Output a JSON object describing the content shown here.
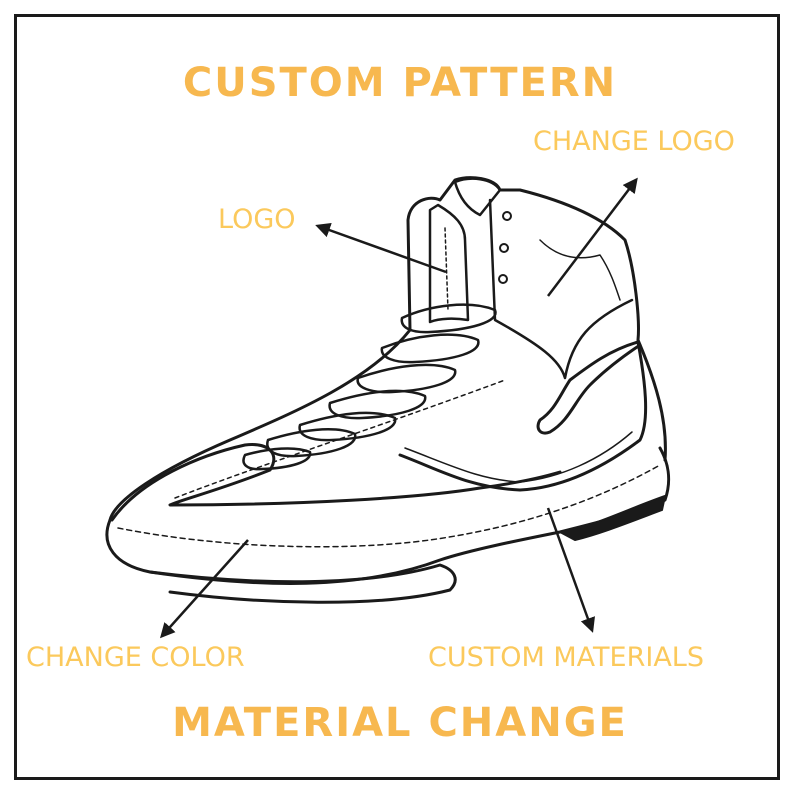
{
  "headings": {
    "top": "CUSTOM PATTERN",
    "bottom": "MATERIAL CHANGE"
  },
  "callouts": {
    "change_logo": "CHANGE LOGO",
    "logo": "LOGO",
    "change_color": "CHANGE COLOR",
    "custom_materials": "CUSTOM MATERIALS"
  },
  "colors": {
    "heading": "#f7b84f",
    "callout": "#fbc95c",
    "line": "#1a1a1a",
    "background": "#ffffff"
  }
}
